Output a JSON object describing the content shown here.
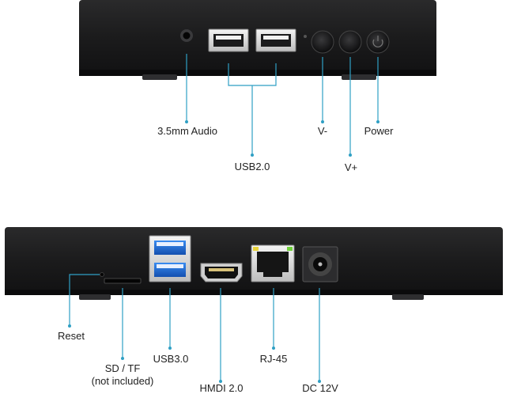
{
  "top_panel": {
    "labels": {
      "audio": "3.5mm Audio",
      "usb2": "USB2.0",
      "vol_down": "V-",
      "vol_up": "V+",
      "power": "Power"
    }
  },
  "bottom_panel": {
    "labels": {
      "reset": "Reset",
      "sd_line1": "SD / TF",
      "sd_line2": "(not included)",
      "usb3": "USB3.0",
      "hdmi": "HMDI 2.0",
      "rj45": "RJ-45",
      "dc": "DC 12V"
    }
  },
  "colors": {
    "device_body": "#1b1b1c",
    "callout_line": "#2f9fc4",
    "usb3_blue": "#1e6fd6",
    "label_text": "#222222"
  }
}
